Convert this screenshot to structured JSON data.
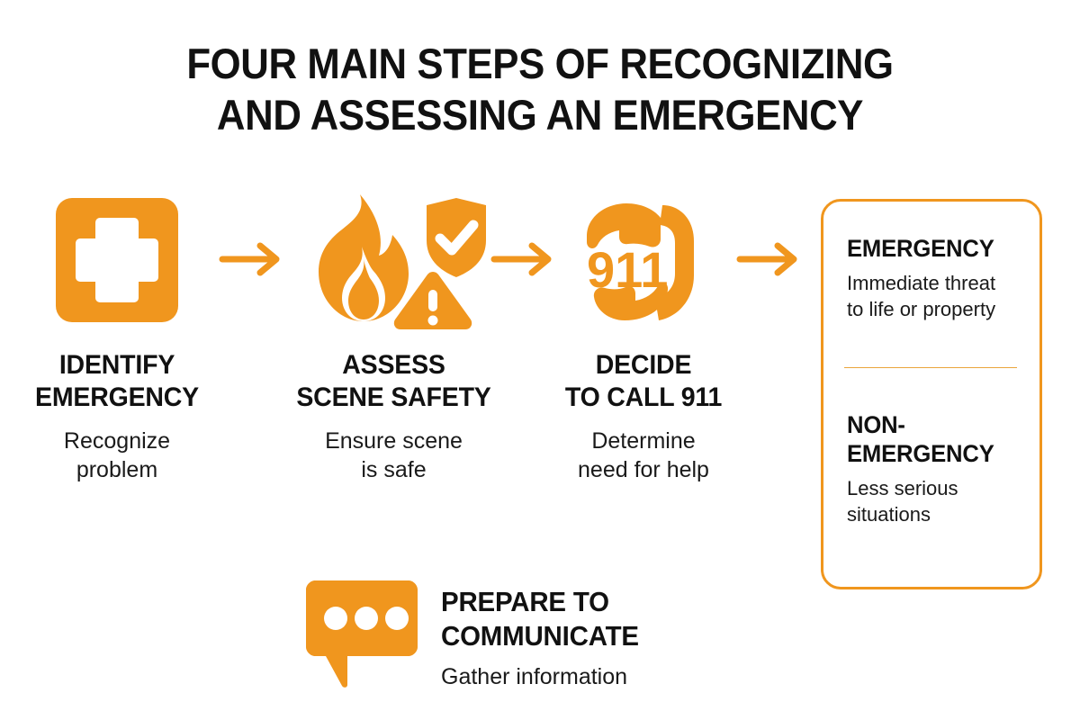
{
  "accent_color": "#F0961E",
  "divider_color": "#EAA53B",
  "text_color": "#111111",
  "background_color": "#FFFFFF",
  "title": {
    "line1": "FOUR MAIN STEPS OF RECOGNIZING",
    "line2": "AND ASSESSING AN EMERGENCY"
  },
  "steps": [
    {
      "icon": "medical-cross-icon",
      "heading_line1": "IDENTIFY",
      "heading_line2": "EMERGENCY",
      "sub_line1": "Recognize",
      "sub_line2": "problem"
    },
    {
      "icon": "flame-shield-warning-icon",
      "heading_line1": "ASSESS",
      "heading_line2": "SCENE SAFETY",
      "sub_line1": "Ensure scene",
      "sub_line2": "is safe"
    },
    {
      "icon": "phone-911-icon",
      "heading_line1": "DECIDE",
      "heading_line2": "TO CALL 911",
      "sub_line1": "Determine",
      "sub_line2": "need for help"
    }
  ],
  "arrows": [
    {
      "name": "arrow-step1-to-step2"
    },
    {
      "name": "arrow-step2-to-step3"
    },
    {
      "name": "arrow-step3-to-outcomes"
    }
  ],
  "outcome_panel": {
    "emergency": {
      "heading": "EMERGENCY",
      "text_line1": "Immediate threat",
      "text_line2": "to life or property"
    },
    "non_emergency": {
      "heading_line1": "NON-",
      "heading_line2": "EMERGENCY",
      "text_line1": "Less serious",
      "text_line2": "situations"
    }
  },
  "communicate": {
    "icon": "speech-bubble-icon",
    "heading_line1": "PREPARE TO",
    "heading_line2": "COMMUNICATE",
    "sub": "Gather information"
  }
}
